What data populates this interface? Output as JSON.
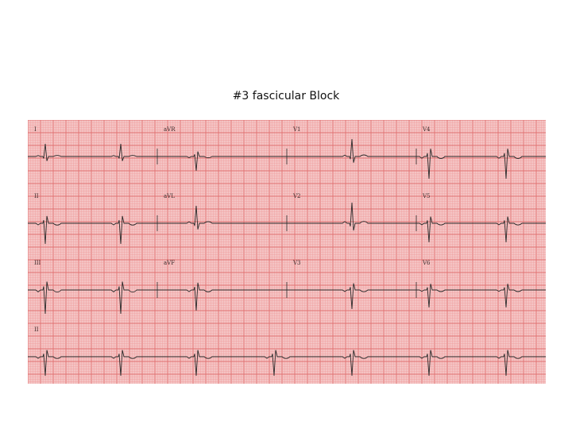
{
  "slide": {
    "title": "#3 fascicular Block"
  },
  "ecg": {
    "leads": [
      [
        "I",
        "aVR",
        "V1",
        "V4"
      ],
      [
        "II",
        "aVL",
        "V2",
        "V5"
      ],
      [
        "III",
        "aVF",
        "V3",
        "V6"
      ]
    ],
    "rhythm_lead": "II",
    "colors": {
      "paper": "#f4c4c4",
      "grid_minor": "#f19a9a",
      "grid_major": "#e07070",
      "trace": "#2a2a2a"
    }
  }
}
